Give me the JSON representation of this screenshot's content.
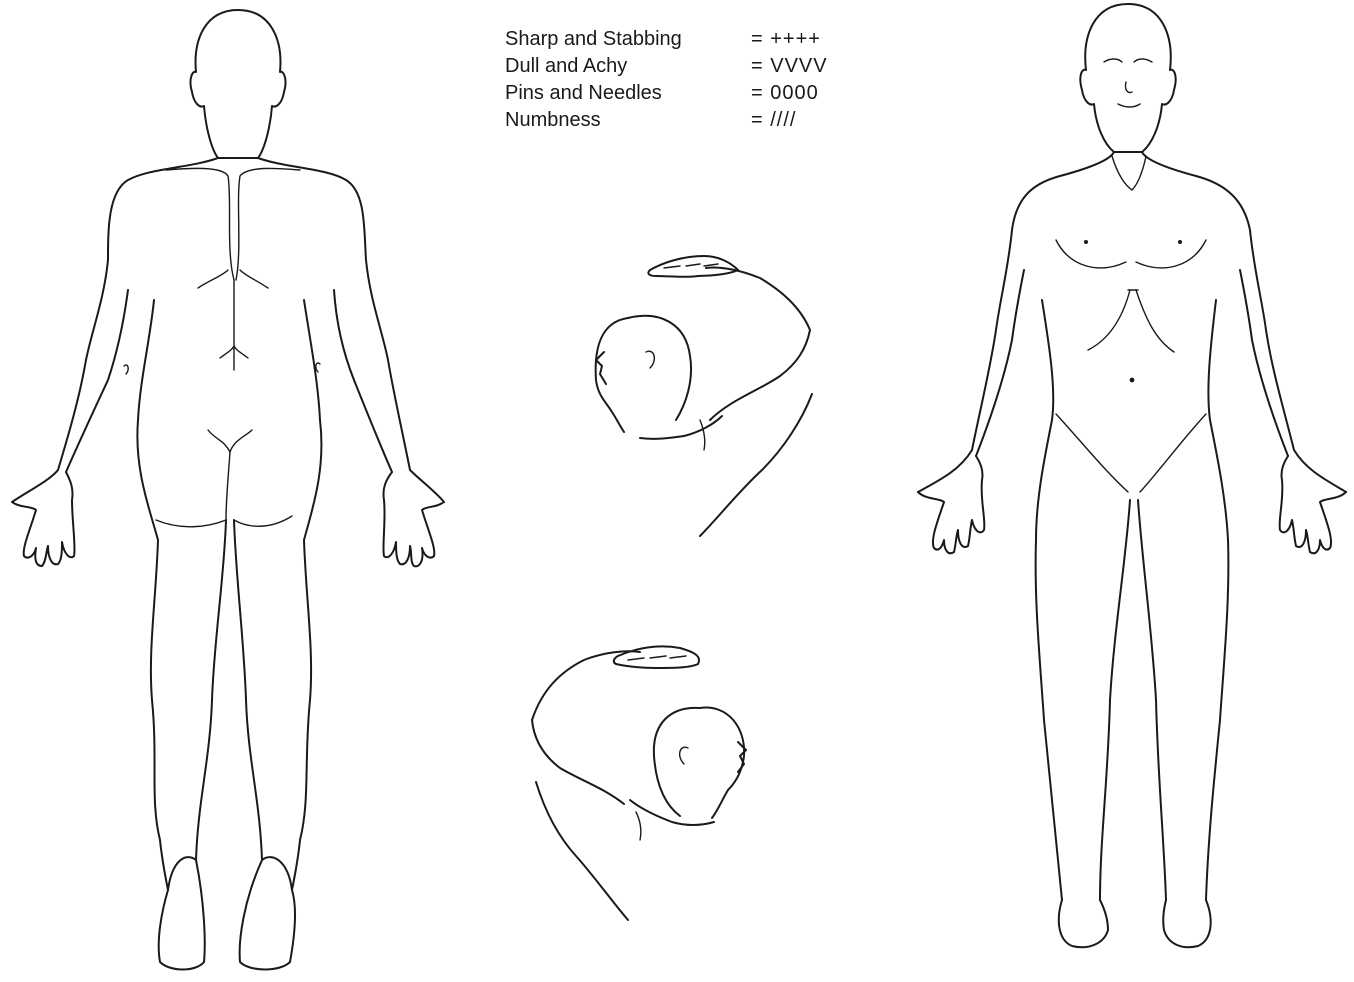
{
  "legend": {
    "items": [
      {
        "label": "Sharp and Stabbing",
        "symbol": "= ++++"
      },
      {
        "label": "Dull  and  Achy",
        "symbol": "= VVVV"
      },
      {
        "label": "Pins and Needles",
        "symbol": "= 0000"
      },
      {
        "label": "Numbness",
        "symbol": "= ////"
      }
    ]
  },
  "figures": {
    "back_view": "back-body-outline",
    "front_view": "front-body-outline",
    "side_head_left": "head-arm-raised-left-profile",
    "side_head_right": "head-arm-raised-right-profile"
  }
}
